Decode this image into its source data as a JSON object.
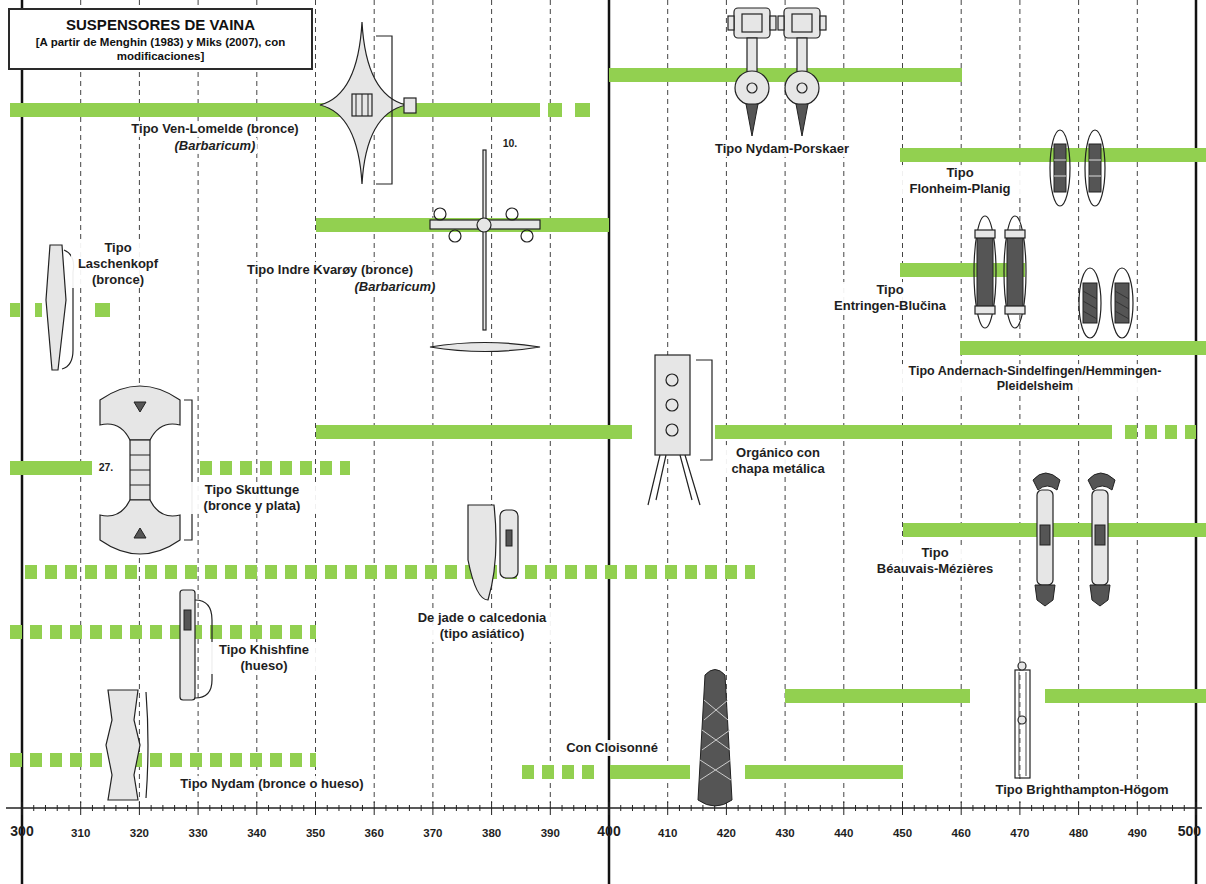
{
  "diagram": {
    "nodes": [
      {
        "text": [
          "SUSPENSORES DE VAINA",
          "[A partir de Menghin (1983) y Miks (2007), con modificaciones]"
        ]
      }
    ],
    "labels": [
      "Tipo Ven-Lomelde (bronce)",
      "(Barbaricum)",
      "Tipo Nydam-Porskaer",
      "Tipo Flonheim-Planig",
      "Tipo Indre Kvarøy (bronce)",
      "(Barbaricum)",
      "Tipo Laschenkopf (bronce)",
      "Tipo Entringen-Blučina",
      "Tipo Andernach-Sindelfingen/Hemmingen-Pleidelsheim",
      "Orgánico con chapa metálica",
      "Tipo Skuttunge (bronce y plata)",
      "Tipo Béauvais-Mézières",
      "De jade o calcedonia (tipo asiático)",
      "Tipo Khishfine (hueso)",
      "Con Cloisonné",
      "Tipo Nydam (bronce o hueso)",
      "Tipo Brighthampton-Högom",
      "27.",
      "10.",
      "300",
      "310",
      "320",
      "330",
      "340",
      "350",
      "360",
      "370",
      "380",
      "390",
      "400",
      "410",
      "420",
      "430",
      "440",
      "450",
      "460",
      "470",
      "480",
      "490",
      "500"
    ]
  }
}
